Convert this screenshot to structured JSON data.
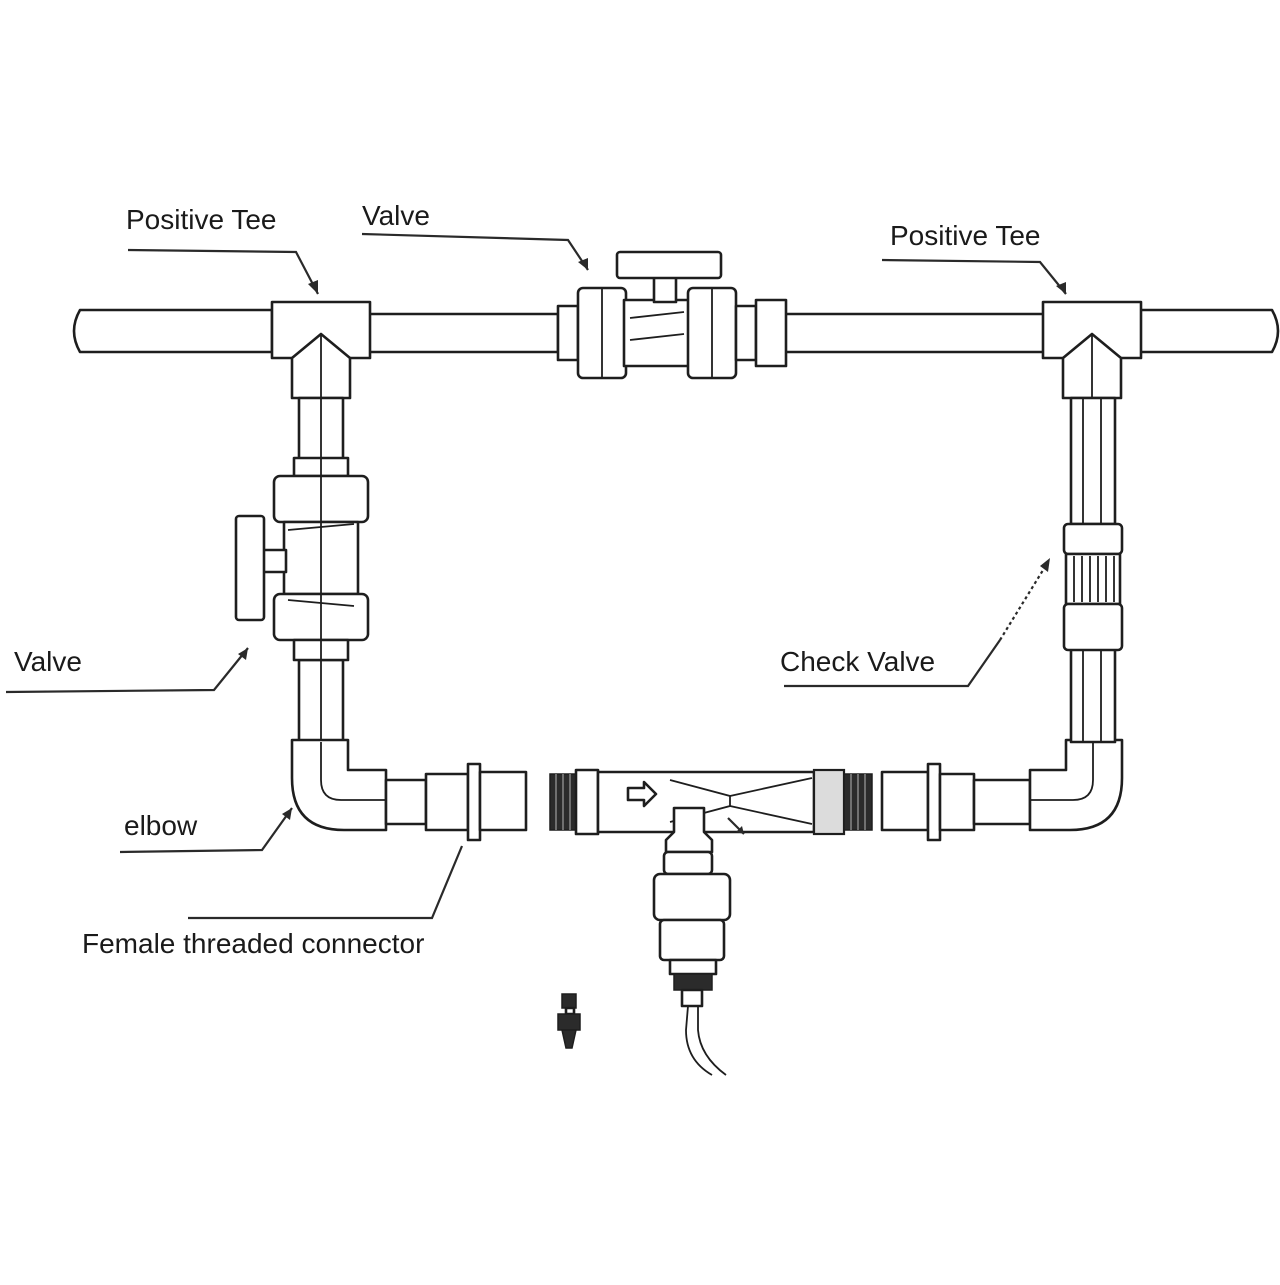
{
  "labels": {
    "positive_tee_left": "Positive Tee",
    "valve_top": "Valve",
    "positive_tee_right": "Positive Tee",
    "valve_left": "Valve",
    "check_valve": "Check Valve",
    "elbow": "elbow",
    "female_threaded_connector": "Female threaded connector"
  }
}
